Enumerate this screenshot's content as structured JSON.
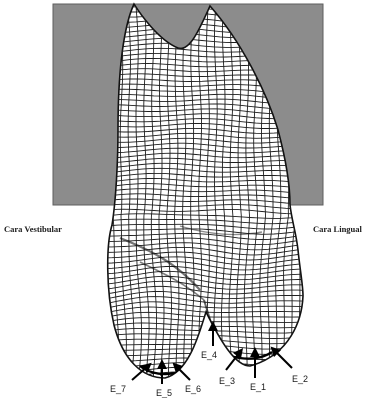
{
  "labels": {
    "vestibular": "Cara Vestibular",
    "lingual": "Cara Lingual"
  },
  "points": [
    {
      "id": "E_1",
      "label": "E_1",
      "icon": "arrow-up-icon"
    },
    {
      "id": "E_2",
      "label": "E_2",
      "icon": "arrow-up-left-icon"
    },
    {
      "id": "E_3",
      "label": "E_3",
      "icon": "arrow-up-right-icon"
    },
    {
      "id": "E_4",
      "label": "E_4",
      "icon": "arrow-up-icon"
    },
    {
      "id": "E_5",
      "label": "E_5",
      "icon": "arrow-up-icon"
    },
    {
      "id": "E_6",
      "label": "E_6",
      "icon": "arrow-up-left-icon"
    },
    {
      "id": "E_7",
      "label": "E_7",
      "icon": "arrow-up-right-icon"
    }
  ],
  "colors": {
    "box": "#8c8c8c",
    "box_border": "#5e5e5e",
    "mesh": "#1e1e1e",
    "tooth_fill": "#ffffff"
  }
}
